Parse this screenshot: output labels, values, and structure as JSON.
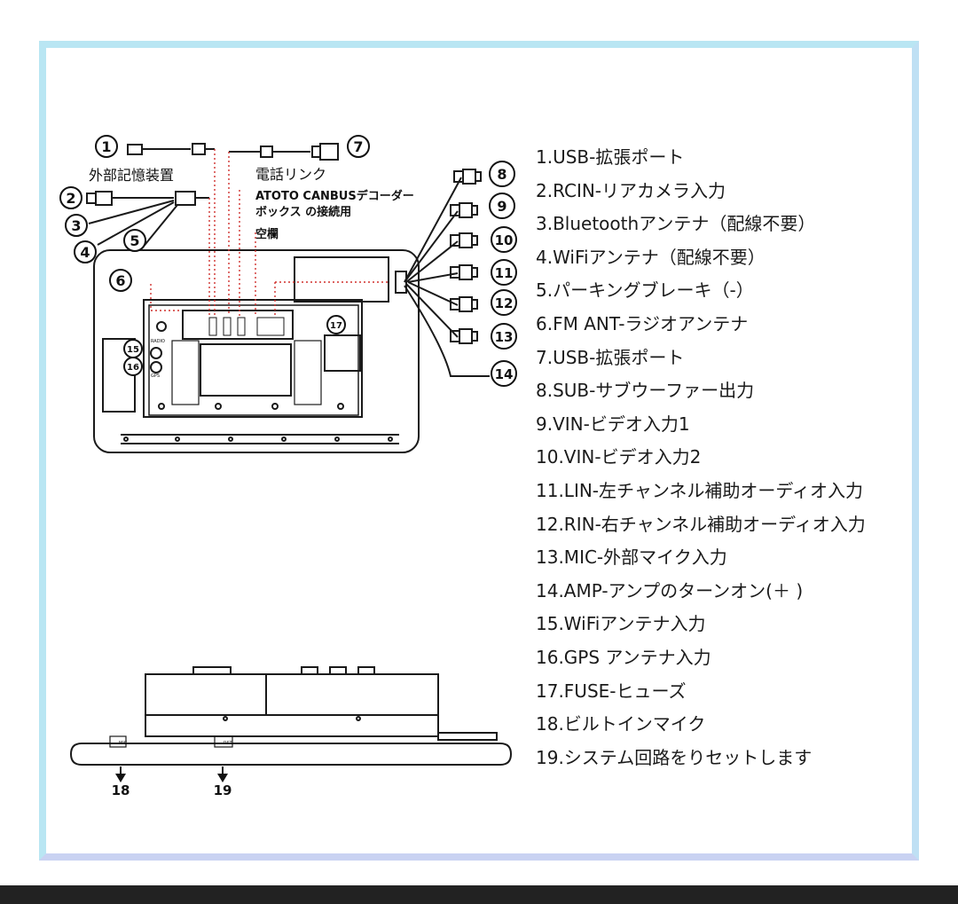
{
  "callouts": {
    "n1": "1",
    "n2": "2",
    "n3": "3",
    "n4": "4",
    "n5": "5",
    "n6": "6",
    "n7": "7",
    "n8": "8",
    "n9": "9",
    "n10": "10",
    "n11": "11",
    "n12": "12",
    "n13": "13",
    "n14": "14",
    "n15": "15",
    "n16": "16",
    "n17": "17",
    "n18": "18",
    "n19": "19"
  },
  "labels": {
    "external_storage": "外部記憶装置",
    "phone_link": "電話リンク",
    "canbus_line1": "ATOTO CANBUSデコーダー",
    "canbus_line2": "ボックス の接続用",
    "empty_slot": "空欄",
    "radio_small": "RADIO",
    "gps_small": "GPS",
    "mic_small": "MIC",
    "rst_small": "RST"
  },
  "legend": [
    "1.USB-拡張ポート",
    "2.RCIN-リアカメラ入力",
    "3.Bluetoothアンテナ（配線不要）",
    "4.WiFiアンテナ（配線不要）",
    "5.パーキングブレーキ（-）",
    "6.FM ANT-ラジオアンテナ",
    "7.USB-拡張ポート",
    "8.SUB-サブウーファー出力",
    "9.VIN-ビデオ入力1",
    "10.VIN-ビデオ入力2",
    "11.LIN-左チャンネル補助オーディオ入力",
    "12.RIN-右チャンネル補助オーディオ入力",
    "13.MIC-外部マイク入力",
    "14.AMP-アンプのターンオン(＋ )",
    "15.WiFiアンテナ入力",
    "16.GPS アンテナ入力",
    "17.FUSE-ヒューズ",
    "18.ビルトインマイク",
    "19.システム回路をりセットします"
  ],
  "colors": {
    "frame_border": "#b9e6f3",
    "line": "#1a1a1a",
    "dotted_lead": "#d0312d",
    "bottom_bar": "#222222"
  }
}
